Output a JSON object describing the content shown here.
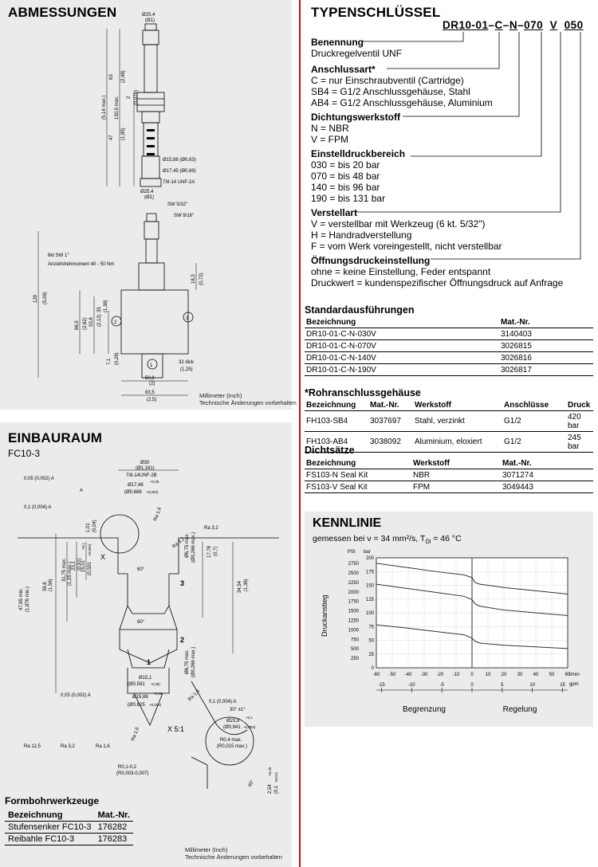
{
  "abm": {
    "title": "ABMESSUNGEN",
    "footnote": [
      "Millimeter (Inch)",
      "Technische Änderungen vorbehalten"
    ],
    "dims": {
      "d25_4": "Ø25,4",
      "d1": "(Ø1)",
      "l1305": "130,5 max.",
      "l514": "(5,14 max.)",
      "l63": "63",
      "l248": "(2,48)",
      "l2": "2",
      "l0079": "(0,079)",
      "l47": "47",
      "l185": "(1,85)",
      "d1588": "Ø15,88 (Ø0,63)",
      "d1745": "Ø17,45 (Ø0,69)",
      "thread": "7/8-14 UNF-2A",
      "d25_4b": "Ø25,4",
      "d1b": "(Ø1)",
      "sw532": "SW 5/32\"",
      "sw916": "SW 9/16\"",
      "sw1": "6kt SW 1\"",
      "torque": "Anziehdrehmoment 40 - 50 Nm",
      "l129": "129",
      "l508": "(5,08)",
      "l665": "66,5",
      "l262": "(2,62)",
      "l35": "35",
      "l138": "(1,38)",
      "l538": "53,8",
      "l212": "(2,12)",
      "l183": "18,3",
      "l072": "(0,72)",
      "l71": "7,1",
      "l028": "(0,28)",
      "dick": "32 dick",
      "dick2": "(1,25)",
      "w508": "50,8",
      "w2": "(2)",
      "w635": "63,5",
      "w25": "(2,5)",
      "p1": "1",
      "p2": "2",
      "p3": "3"
    }
  },
  "einbau": {
    "title": "EINBAURAUM",
    "subtitle": "FC10-3",
    "footnote": [
      "Millimeter (Inch)",
      "Technische Änderungen vorbehalten"
    ],
    "labels": {
      "d30": "Ø30",
      "d1181": "(Ø1,181)",
      "thread": "7/8-14UNF-2B",
      "d1748": "Ø17,48",
      "tol1748": "+0,05",
      "d0688": "(Ø0,688",
      "tol0688": "+0,002)",
      "tol1": "0,05 (0,002) A",
      "tol2": "0,1 (0,004) A",
      "boxA": "A",
      "l101": "1,01",
      "l004": "(0,04)",
      "ra16": "Ra 1,6",
      "ra32a": "Ra 3,2",
      "ra32b": "Ra 3,2",
      "l1501": "15,01",
      "tol1501": "+0,1",
      "l0591": "(0,591",
      "tol0591": "+0,004)",
      "l231": "23,1",
      "l091": "(0,91)",
      "l3175": "31,75 max.",
      "l125": "(1,25 max.)",
      "l396": "39,6",
      "l156": "(1,56)",
      "l4765": "47,65 min.",
      "l1876": "(1,876 min.)",
      "d675a": "Ø6,75 max.",
      "d0266a": "(Ø0,266 max.)",
      "l1778": "17,78",
      "l07": "(0,7)",
      "l3454": "34,54",
      "l136": "(1,36)",
      "a60a": "60°",
      "a60b": "60°",
      "x": "X",
      "n3": "3",
      "n2": "2",
      "n1": "1",
      "d675b": "Ø6,75 max.",
      "d0266b": "(Ø0,266 max.)",
      "d151": "Ø15,1",
      "d0591": "(Ø0,591",
      "tol0591b": "-0,08)",
      "d1588": "Ø15,88",
      "tol1588": "+0,05",
      "d0625": "(Ø0,625",
      "tol0625": "+0,002)",
      "tol3": "0,05 (0,002) A",
      "tol4": "0,1 (0,004) A",
      "ra16b": "Ra 1,6",
      "ra16c": "Ra 1,6",
      "x51": "X 5:1",
      "a30": "30° ±1°",
      "d239": "Ø23,9",
      "tol239": "+0,1",
      "d0941": "(Ø0,941",
      "tol0941": "+0,004)",
      "r04": "R0,4 max.",
      "r0015": "(R0,015 max.)",
      "r0102": "R0,1-0,2",
      "r0003": "(R0,003-0,007)",
      "a45": "45°",
      "l254": "2,54",
      "tol254": "+0,25",
      "l01": "(0,1",
      "tol01": "+0,01)",
      "legend1": "Ra 12,5",
      "legend2": "Ra 3,2",
      "legend3": "Ra 1,6"
    }
  },
  "formbohr": {
    "title": "Formbohrwerkzeuge",
    "headers": [
      "Bezeichnung",
      "Mat.-Nr."
    ],
    "rows": [
      [
        "Stufensenker FC10-3",
        "176282"
      ],
      [
        "Reibahle FC10-3",
        "176283"
      ]
    ]
  },
  "typ": {
    "title": "TYPENSCHLÜSSEL",
    "code_parts": [
      "DR10-01",
      "–",
      "C",
      "–",
      "N",
      "–",
      "070",
      "V",
      "050"
    ],
    "sections": [
      {
        "title": "Benennung",
        "lines": [
          "Druckregelventil UNF"
        ]
      },
      {
        "title": "Anschlussart*",
        "lines": [
          "C     = nur Einschraubventil (Cartridge)",
          "SB4 = G1/2 Anschlussgehäuse, Stahl",
          "AB4 = G1/2 Anschlussgehäuse, Aluminium"
        ]
      },
      {
        "title": "Dichtungswerkstoff",
        "lines": [
          "N    = NBR",
          "V    = FPM"
        ]
      },
      {
        "title": "Einstelldruckbereich",
        "lines": [
          "030 = bis 20 bar",
          "070 = bis 48 bar",
          "140 = bis 96 bar",
          "190 = bis 131 bar"
        ]
      },
      {
        "title": "Verstellart",
        "lines": [
          "V    = verstellbar mit Werkzeug (6 kt. 5/32\")",
          "H    = Handradverstellung",
          "F    = vom Werk voreingestellt, nicht verstellbar"
        ]
      },
      {
        "title": "Öffnungsdruckeinstellung",
        "lines": [
          "ohne = keine Einstellung, Feder entspannt",
          "Druckwert = kundenspezifischer Öffnungsdruck auf Anfrage"
        ]
      }
    ]
  },
  "standard": {
    "title": "Standardausführungen",
    "headers": [
      "Bezeichnung",
      "Mat.-Nr."
    ],
    "rows": [
      [
        "DR10-01-C-N-030V",
        "3140403"
      ],
      [
        "DR10-01-C-N-070V",
        "3026815"
      ],
      [
        "DR10-01-C-N-140V",
        "3026816"
      ],
      [
        "DR10-01-C-N-190V",
        "3026817"
      ]
    ]
  },
  "rohr": {
    "title": "*Rohranschlussgehäuse",
    "headers": [
      "Bezeichnung",
      "Mat.-Nr.",
      "Werkstoff",
      "Anschlüsse",
      "Druck"
    ],
    "rows": [
      [
        "FH103-SB4",
        "3037697",
        "Stahl, verzinkt",
        "G1/2",
        "420 bar"
      ],
      [
        "FH103-AB4",
        "3038092",
        "Aluminium, eloxiert",
        "G1/2",
        "245 bar"
      ]
    ]
  },
  "dicht": {
    "title": "Dichtsätze",
    "headers": [
      "Bezeichnung",
      "Werkstoff",
      "Mat.-Nr."
    ],
    "rows": [
      [
        "FS103-N Seal Kit",
        "NBR",
        "3071274"
      ],
      [
        "FS103-V Seal Kit",
        "FPM",
        "3049443"
      ]
    ]
  },
  "chart_data": {
    "type": "line",
    "title": "KENNLINIE",
    "subtitle": "gemessen bei ν = 34 mm²/s, T",
    "subtitle_sub": "Öl",
    "subtitle_end": " = 46 °C",
    "ylabel": "Druckanstieg",
    "y_unit_left": "PSI",
    "y_unit_right": "bar",
    "x_unit": "l/min",
    "x2_unit": "gpm",
    "xlabel_left": "Begrenzung",
    "xlabel_right": "Regelung",
    "xlim": [
      -60,
      60
    ],
    "ylim": [
      0,
      200
    ],
    "x_ticks": [
      -60,
      -50,
      -40,
      -30,
      -20,
      -10,
      0,
      10,
      20,
      30,
      40,
      50,
      60
    ],
    "bar_ticks": [
      0,
      25,
      50,
      75,
      100,
      125,
      150,
      175,
      200
    ],
    "psi_ticks": [
      250,
      500,
      750,
      1000,
      1250,
      1500,
      1750,
      2000,
      2250,
      2500,
      2750
    ],
    "gpm_ticks": [
      -15,
      -10,
      -5,
      0,
      5,
      10,
      15
    ],
    "grid": true,
    "series": [
      {
        "x": [
          -60,
          -40,
          -20,
          -5,
          0,
          2,
          5,
          20,
          40,
          60
        ],
        "values": [
          190,
          182,
          174,
          169,
          164,
          155,
          152,
          146,
          140,
          134
        ]
      },
      {
        "x": [
          -60,
          -40,
          -20,
          -5,
          0,
          2,
          5,
          20,
          40,
          60
        ],
        "values": [
          152,
          144,
          136,
          130,
          124,
          116,
          112,
          105,
          100,
          95
        ]
      },
      {
        "x": [
          -60,
          -40,
          -20,
          -5,
          0,
          2,
          5,
          20,
          40,
          60
        ],
        "values": [
          78,
          72,
          65,
          60,
          54,
          48,
          45,
          41,
          38,
          35
        ]
      }
    ]
  }
}
